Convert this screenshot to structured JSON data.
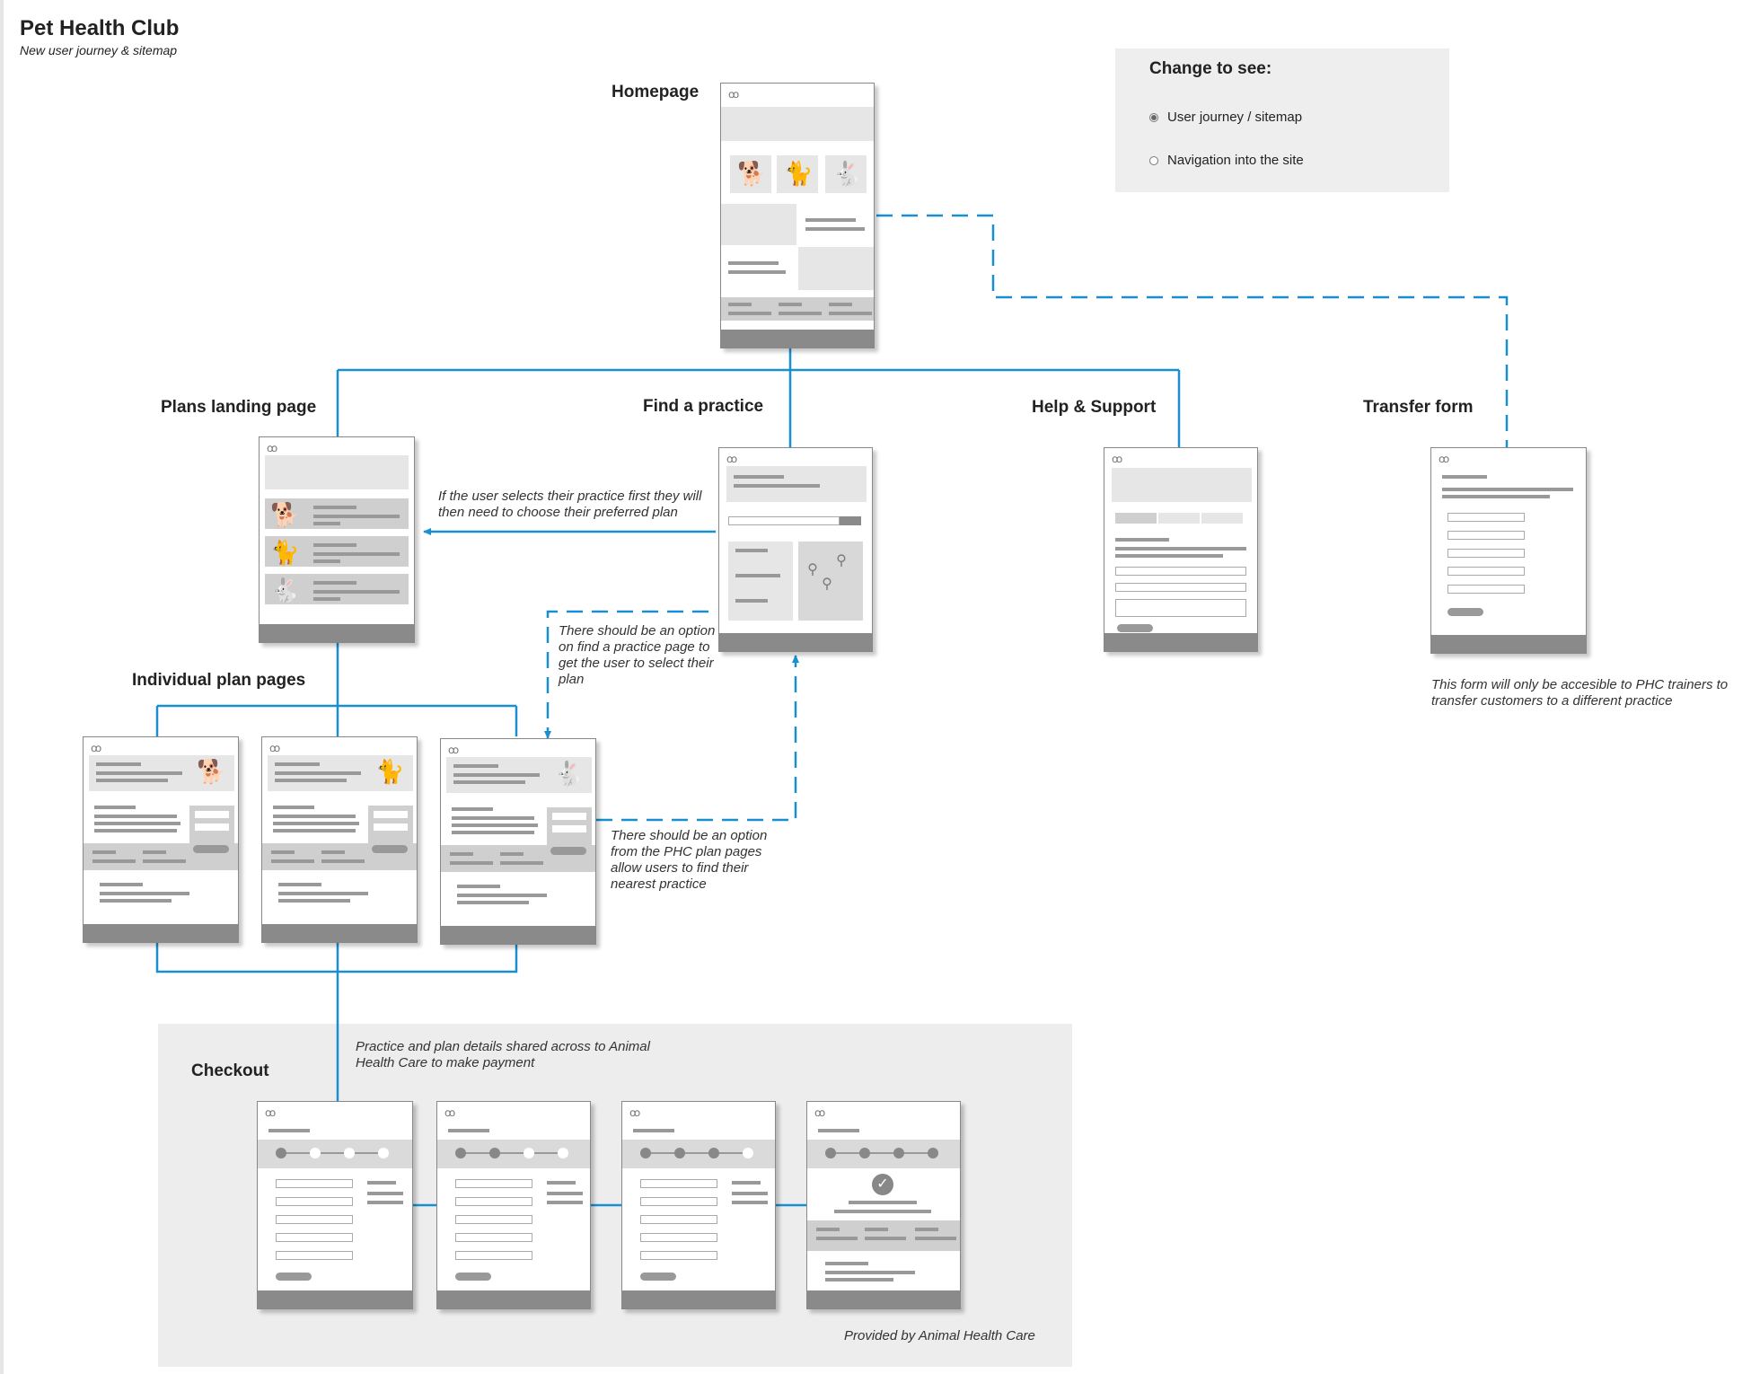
{
  "header": {
    "title": "Pet Health Club",
    "subtitle": "New user journey & sitemap"
  },
  "toggle": {
    "heading": "Change to see:",
    "options": [
      {
        "label": "User journey / sitemap",
        "selected": true
      },
      {
        "label": "Navigation into the site",
        "selected": false
      }
    ]
  },
  "pages": {
    "homepage": "Homepage",
    "plans_landing": "Plans landing page",
    "find_practice": "Find a practice",
    "help_support": "Help & Support",
    "transfer_form": "Transfer form",
    "individual_plans": "Individual plan pages",
    "checkout": "Checkout"
  },
  "notes": {
    "practice_first": "If the user selects their practice first they will then need to choose their preferred plan",
    "find_practice_option": "There should be an option on find a practice page to get the user to select their plan",
    "plan_pages_option": "There should be an option from the PHC plan pages allow users to find their nearest practice",
    "transfer_access": "This form will only be accesible to PHC trainers to transfer customers to a different practice",
    "checkout_shared": "Practice and plan details shared across to Animal Health Care to make payment",
    "provided_by": "Provided by Animal Health Care"
  },
  "icons": {
    "dog": "dog-icon",
    "cat": "cat-icon",
    "rabbit": "rabbit-icon",
    "paw_logo": "paw-icon",
    "check": "check-icon",
    "map_pin": "map-pin-icon"
  },
  "colors": {
    "connector": "#1a8fd0",
    "frame_footer": "#8a8a8a",
    "placeholder": "#e6e6e6",
    "panel_bg": "#eeeeee"
  }
}
